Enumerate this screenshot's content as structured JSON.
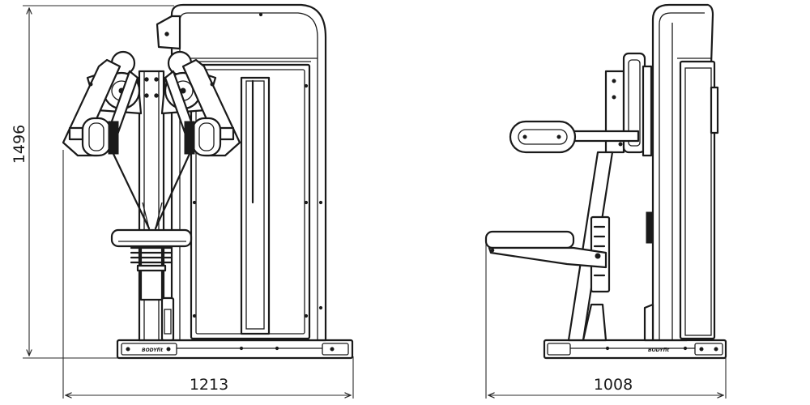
{
  "dimensions": {
    "height": "1496",
    "front_width": "1213",
    "side_depth": "1008"
  }
}
